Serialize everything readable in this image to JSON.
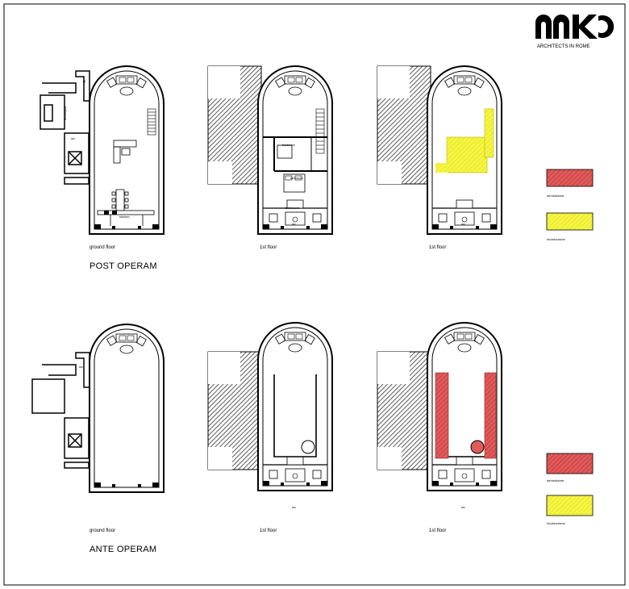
{
  "brand": {
    "logo_text": "mk",
    "subtitle": "ARCHITECTS IN ROME"
  },
  "sections": {
    "post": "POST OPERAM",
    "ante": "ANTE OPERAM"
  },
  "captions": {
    "post_1": "ground floor",
    "post_2": "1st floor",
    "post_3": "1st floor",
    "ante_1": "ground floor",
    "ante_2": "1st floor",
    "ante_3": "1st floor"
  },
  "room_labels": {
    "bathroom": "bathroom",
    "kitchen": "kitchen",
    "wc": "wc",
    "gf": "gf",
    "bedroom_upper": "bedroom",
    "bedroom_lower": "bedroom",
    "bathroom_upper": "bathroom",
    "wc_2": "wc",
    "wc_3": "wc",
    "wc_4": "wc",
    "wc_5": "wc",
    "wc_ante_g": "wc"
  },
  "legend_top": {
    "demolition": "demolizione",
    "reconstruction": "ricostruzione"
  },
  "legend_bottom": {
    "demolition": "demolizione",
    "reconstruction": "ricostruzione"
  },
  "colors": {
    "demolition": "#e05a5a",
    "reconstruction": "#f5f542",
    "line": "#000000",
    "hatch": "#333333"
  }
}
